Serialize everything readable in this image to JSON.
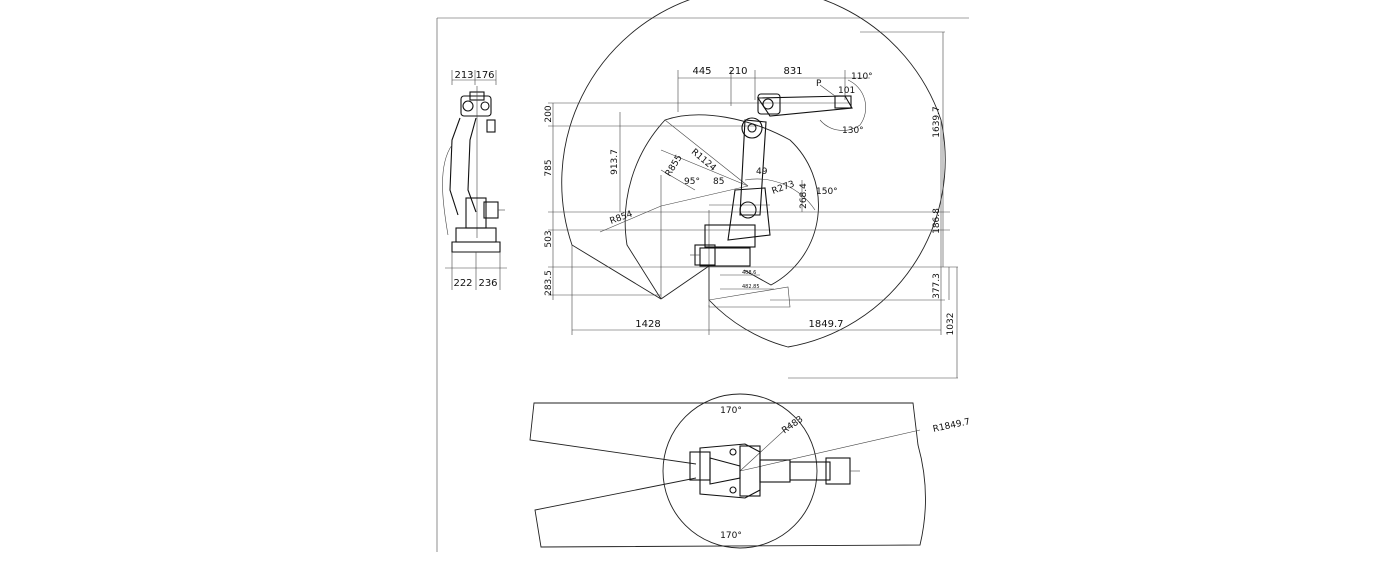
{
  "side_view": {
    "top_widths": [
      "213",
      "176"
    ],
    "base_widths": [
      "222",
      "236"
    ]
  },
  "elevation": {
    "top_dims": [
      "445",
      "210",
      "831"
    ],
    "tool_label": "P",
    "tool_dim": "101",
    "wrist_angle_upper": "110°",
    "wrist_angle_lower": "130°",
    "left_heights": [
      "200",
      "785",
      "503",
      "283.5"
    ],
    "height_913": "913.7",
    "radius_855": "R855",
    "radius_1124": "R1124",
    "angle_95": "95°",
    "dim_85": "85",
    "dim_49": "49",
    "radius_273": "R273",
    "angle_150": "150°",
    "height_268": "268.4",
    "radius_854": "R854",
    "right_heights": [
      "1639.7",
      "186.8",
      "377.3",
      "1032"
    ],
    "bottom_dims": [
      "1428",
      "1849.7"
    ],
    "base_small_1": "408.6",
    "base_small_2": "482.85"
  },
  "plan_view": {
    "angle_top": "170°",
    "angle_bottom": "170°",
    "radius_inner": "R483",
    "radius_outer": "R1849.7"
  }
}
